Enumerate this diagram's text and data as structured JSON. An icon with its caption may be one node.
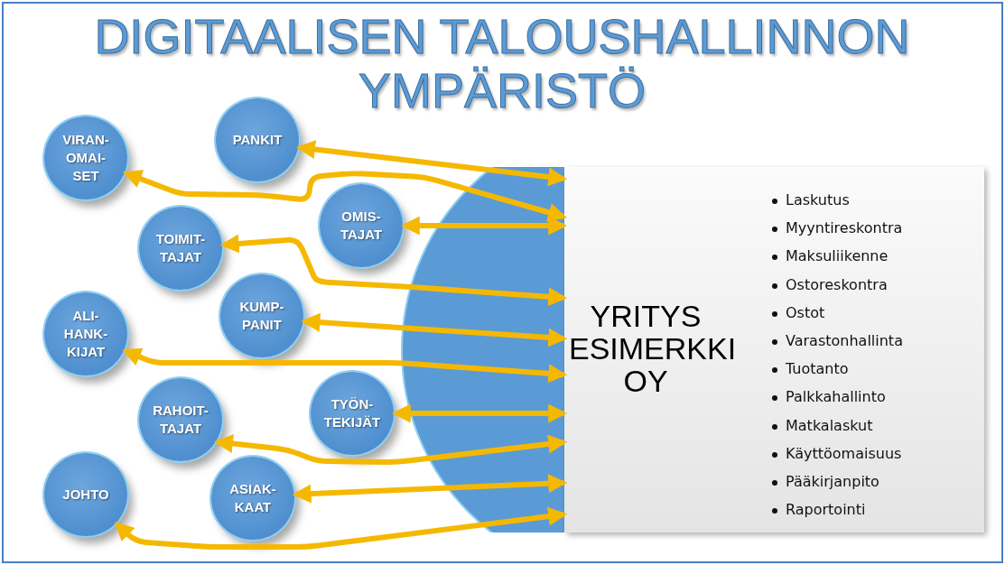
{
  "diagram": {
    "title": "DIGITAALISEN TALOUSHALLINNON YMPÄRISTÖ",
    "nodes": [
      {
        "text": [
          "VIRAN-OMAI-SET"
        ]
      },
      {
        "text": [
          "PANKIT"
        ]
      },
      {
        "text": [
          "TOIMIT-TAJAT"
        ]
      },
      {
        "text": [
          "OMIS-TAJAT"
        ]
      },
      {
        "text": [
          "ALI-HANK-KIJAT"
        ]
      },
      {
        "text": [
          "KUMP-PANIT"
        ]
      },
      {
        "text": [
          "RAHOIT-TAJAT"
        ]
      },
      {
        "text": [
          "TYÖN-TEKIJÄT"
        ]
      },
      {
        "text": [
          "JOHTO"
        ]
      },
      {
        "text": [
          "ASIAK-KAAT"
        ]
      },
      {
        "text": [
          "YRITYS ESIMERKKI OY"
        ]
      }
    ],
    "edges": [
      {
        "from": 0,
        "to": 10,
        "arrow": "both"
      },
      {
        "from": 1,
        "to": 10,
        "arrow": "both"
      },
      {
        "from": 2,
        "to": 10,
        "arrow": "both"
      },
      {
        "from": 3,
        "to": 10,
        "arrow": "both"
      },
      {
        "from": 5,
        "to": 10,
        "arrow": "both"
      },
      {
        "from": 4,
        "to": 10,
        "arrow": "both"
      },
      {
        "from": 7,
        "to": 10,
        "arrow": "both"
      },
      {
        "from": 6,
        "to": 10,
        "arrow": "both"
      },
      {
        "from": 9,
        "to": 10,
        "arrow": "both"
      },
      {
        "from": 8,
        "to": 10,
        "arrow": "both"
      }
    ],
    "labels": [
      "Laskutus",
      "Myyntireskontra",
      "Maksuliikenne",
      "Ostoreskontra",
      "Ostot",
      "Varastonhallinta",
      "Tuotanto",
      "Palkkahallinto",
      "Matkalaskut",
      "Käyttöomaisuus",
      "Pääkirjanpito",
      "Raportointi"
    ]
  }
}
